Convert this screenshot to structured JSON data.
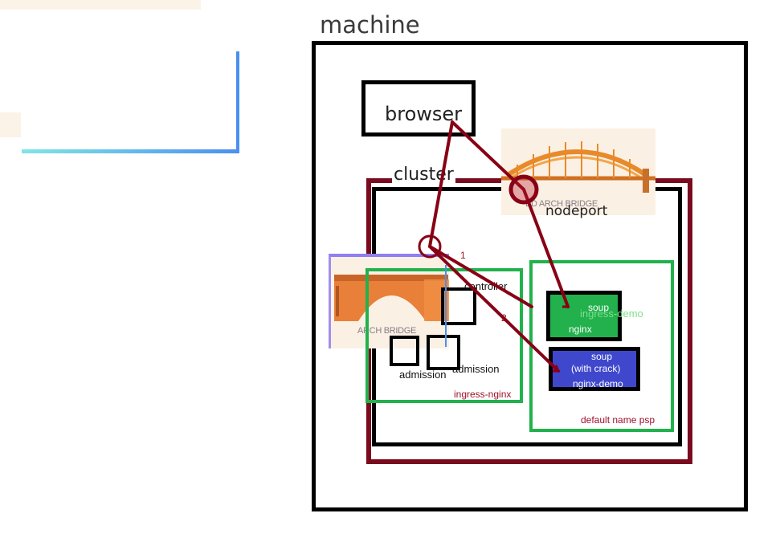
{
  "diagram": {
    "machine_label": "machine",
    "browser_label": "browser",
    "cluster_label": "cluster",
    "nodeport_label": "nodeport",
    "controller_label": "controller",
    "admission_label_1": "admission",
    "admission_label_2": "admission",
    "ingress_nginx_label": "ingress-nginx",
    "default_name_psp_label": "default name psp",
    "soup_pod": {
      "soup": "soup",
      "ingress_demo": "ingress-demo",
      "nginx": "nginx"
    },
    "soup_crack_pod": {
      "soup": "soup",
      "with_crack": "(with crack)",
      "nginx_demo": "nginx-demo"
    },
    "route_numbers": [
      "1",
      "2"
    ],
    "bridge_top_caption": "ED ARCH BRIDGE",
    "bridge_left_caption": "ARCH BRIDGE"
  },
  "colors": {
    "machine_border": "#000000",
    "cluster_border": "#7a0a1e",
    "node_border": "#000000",
    "namespace_border": "#22b14c",
    "pod_green": "#22b14c",
    "pod_blue": "#3f48cc",
    "arrow": "#880015",
    "namespace_text": "#a0102a",
    "green_text": "#22b14c"
  },
  "icons": {
    "bridge_top": "arch-bridge-photo",
    "bridge_left": "arch-bridge-photo",
    "marker": "target-circle-icon"
  }
}
